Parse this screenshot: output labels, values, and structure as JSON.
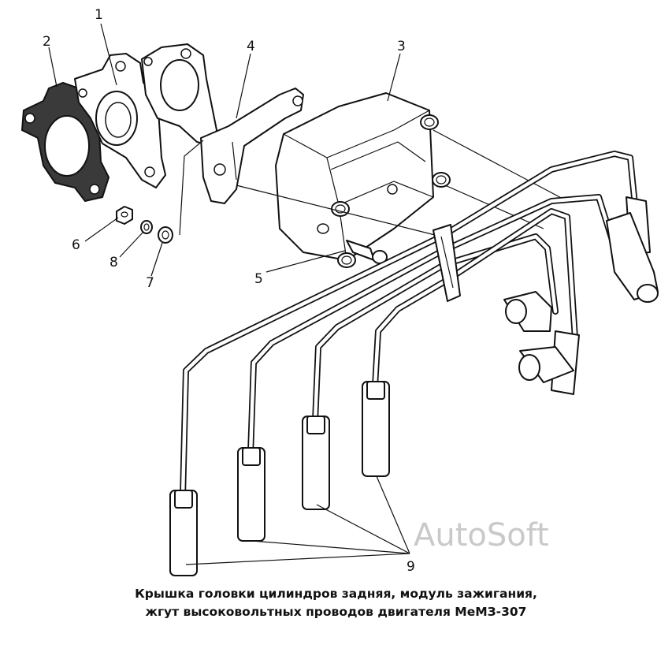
{
  "callouts": {
    "c1": "1",
    "c2": "2",
    "c3": "3",
    "c4": "4",
    "c5": "5",
    "c6": "6",
    "c7": "7",
    "c8": "8",
    "c9": "9"
  },
  "watermark": "AutoSoft",
  "caption": {
    "line1": "Крышка головки цилиндров задняя, модуль зажигания,",
    "line2": "жгут высоковольтных проводов двигателя МеМЗ-307"
  }
}
